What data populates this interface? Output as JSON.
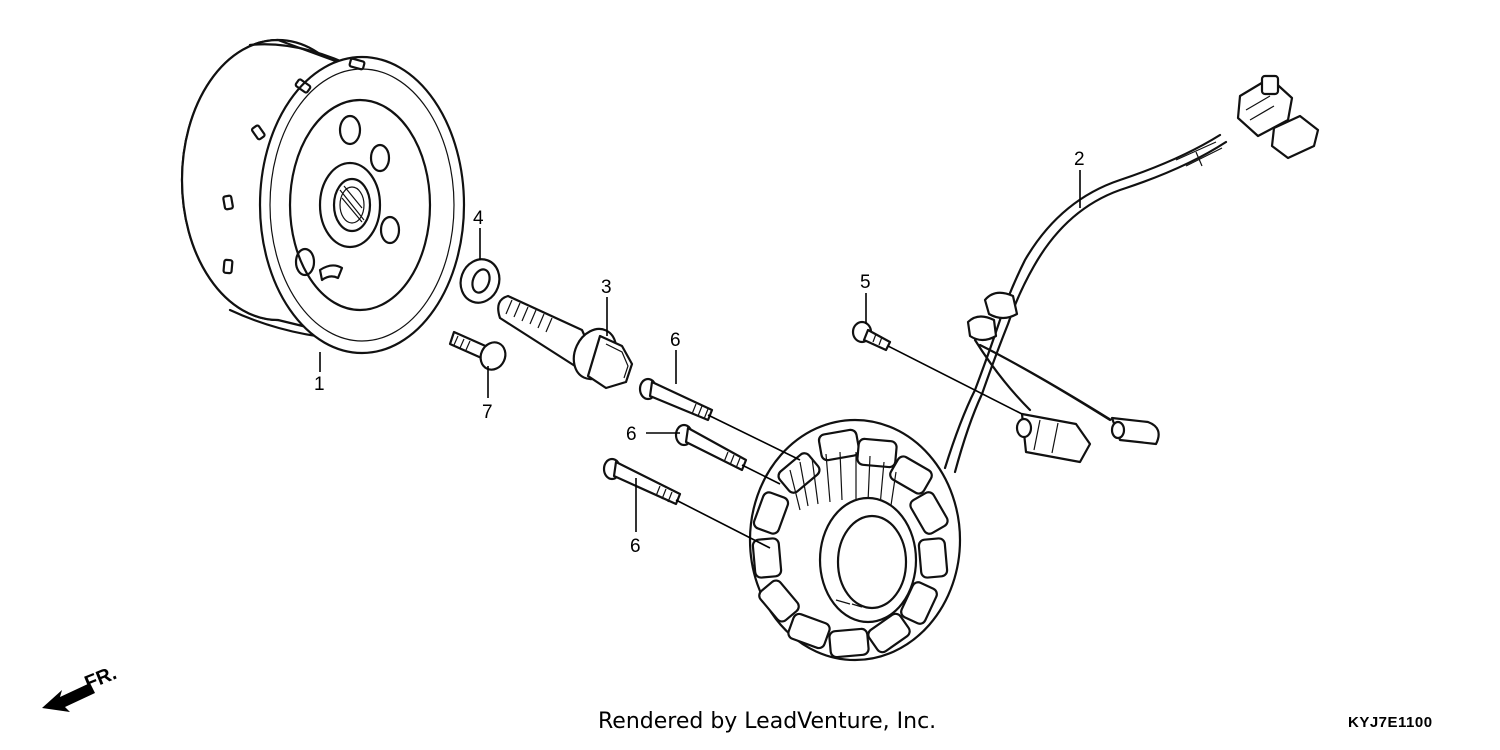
{
  "callouts": {
    "c1": "1",
    "c2": "2",
    "c3": "3",
    "c4": "4",
    "c5": "5",
    "c6a": "6",
    "c6b": "6",
    "c6c": "6",
    "c7": "7"
  },
  "front_marker": "FR.",
  "footer": {
    "credit": "Rendered by LeadVenture, Inc.",
    "code": "KYJ7E1100"
  }
}
